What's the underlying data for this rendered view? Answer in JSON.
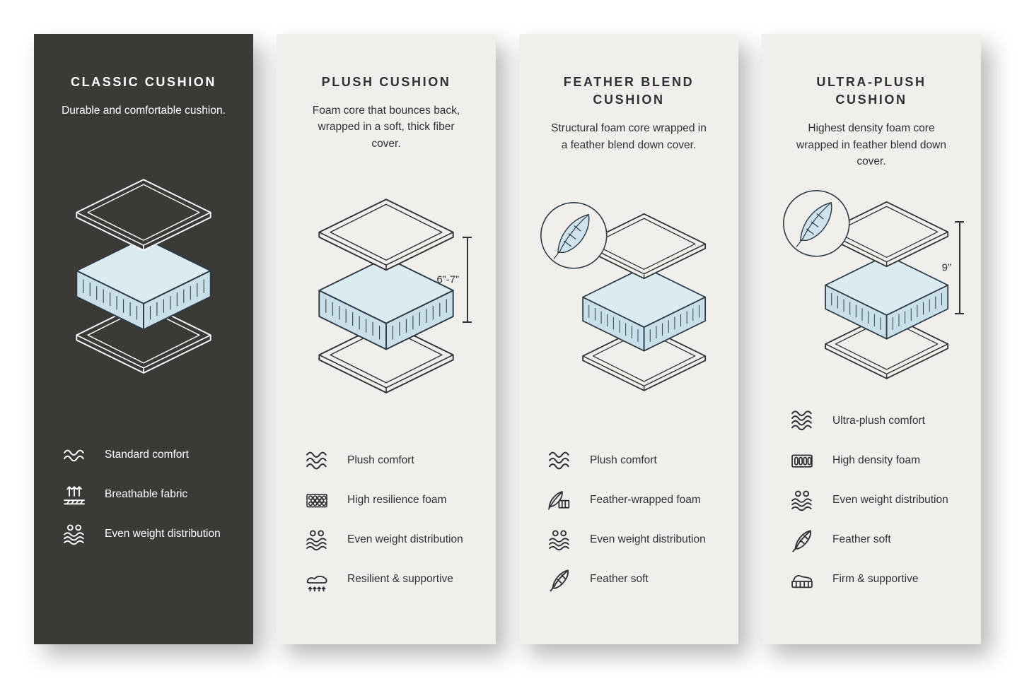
{
  "colors": {
    "page_background": "#ffffff",
    "dark_panel": "#3b3a37",
    "light_panel": "#f0efec",
    "ink": "#2e3236",
    "foam_blue_top": "#dcebf2",
    "foam_blue_side": "#c9dfe9",
    "feather_blue": "#cfe4ef"
  },
  "panels": [
    {
      "title": "CLASSIC CUSHION",
      "description": "Durable and comfortable cushion.",
      "dimension": "",
      "has_feather_badge": false,
      "features": [
        {
          "icon": "comfort-waves-icon",
          "label": "Standard comfort"
        },
        {
          "icon": "breathable-fabric-icon",
          "label": "Breathable fabric"
        },
        {
          "icon": "even-weight-icon",
          "label": "Even weight distribution"
        }
      ]
    },
    {
      "title": "PLUSH CUSHION",
      "description": "Foam core that bounces back, wrapped in a soft, thick fiber cover.",
      "dimension": "6”-7”",
      "has_feather_badge": false,
      "features": [
        {
          "icon": "comfort-waves-icon",
          "label": "Plush comfort"
        },
        {
          "icon": "resilience-foam-icon",
          "label": "High resilience foam"
        },
        {
          "icon": "even-weight-icon",
          "label": "Even weight distribution"
        },
        {
          "icon": "resilient-supportive-icon",
          "label": "Resilient & supportive"
        }
      ]
    },
    {
      "title": "FEATHER BLEND CUSHION",
      "description": "Structural foam core wrapped in a feather blend down cover.",
      "dimension": "",
      "has_feather_badge": true,
      "features": [
        {
          "icon": "comfort-waves-icon",
          "label": "Plush comfort"
        },
        {
          "icon": "feather-wrapped-foam-icon",
          "label": "Feather-wrapped foam"
        },
        {
          "icon": "even-weight-icon",
          "label": "Even weight distribution"
        },
        {
          "icon": "feather-icon",
          "label": "Feather soft"
        }
      ]
    },
    {
      "title": "ULTRA-PLUSH CUSHION",
      "description": "Highest density foam core wrapped in feather blend down cover.",
      "dimension": "9”",
      "has_feather_badge": true,
      "features": [
        {
          "icon": "comfort-waves-icon",
          "label": "Ultra-plush comfort"
        },
        {
          "icon": "density-foam-icon",
          "label": "High density foam"
        },
        {
          "icon": "even-weight-icon",
          "label": "Even weight distribution"
        },
        {
          "icon": "feather-icon",
          "label": "Feather soft"
        },
        {
          "icon": "firm-supportive-icon",
          "label": "Firm & supportive"
        }
      ]
    }
  ]
}
